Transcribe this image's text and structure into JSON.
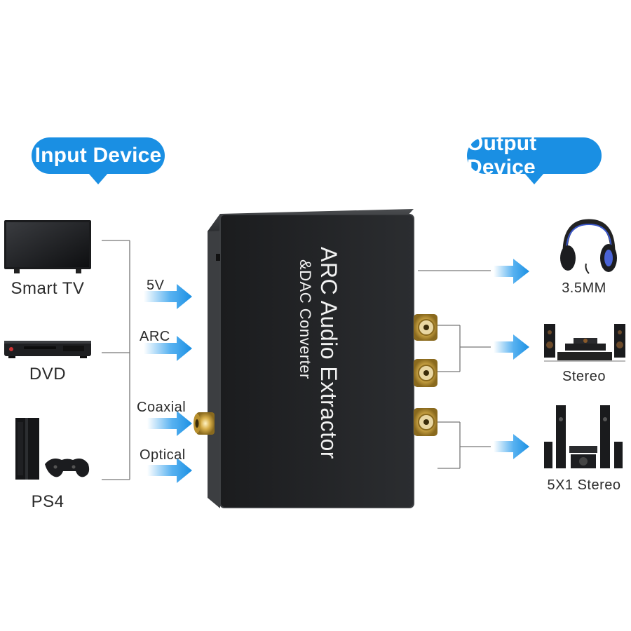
{
  "bubbles": {
    "input": "Input Device",
    "output": "Output Device"
  },
  "inputs": [
    {
      "label": "Smart TV",
      "icon": "smart-tv-icon"
    },
    {
      "label": "DVD",
      "icon": "dvd-player-icon"
    },
    {
      "label": "PS4",
      "icon": "ps4-console-icon"
    }
  ],
  "ports": [
    "5V",
    "ARC",
    "Coaxial",
    "Optical"
  ],
  "device": {
    "title": "ARC Audio Extractor",
    "subtitle": "&DAC Converter"
  },
  "outputs": [
    {
      "label": "3.5MM",
      "icon": "headphones-icon"
    },
    {
      "label": "Stereo",
      "icon": "stereo-speakers-icon"
    },
    {
      "label": "5X1 Stereo",
      "icon": "surround-speakers-icon"
    }
  ],
  "colors": {
    "accent": "#1a8fe3",
    "arrow": "#3aa4ee",
    "device": "#222426",
    "gold": "#c9a23c"
  }
}
